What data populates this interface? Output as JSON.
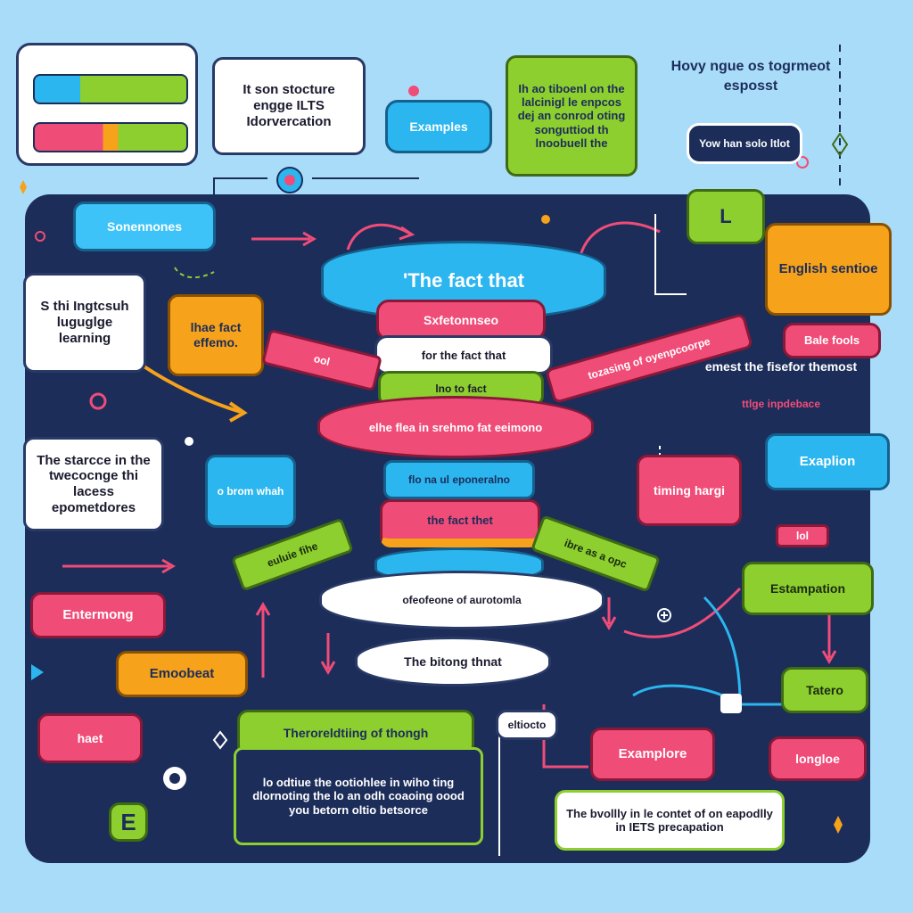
{
  "colors": {
    "background": "#a9dcf8",
    "panel": "#1c2d5a",
    "pink": "#f04c78",
    "green": "#8dcf2f",
    "blue": "#2bb6ef",
    "orange": "#f6a21a"
  },
  "top": {
    "intro_note": "It son stocture engge ILTS Idorvercation",
    "examples_bubble": "Examples",
    "green_note": "Ih ao tiboenl on the lalcinigl le enpcos dej an conrod oting songuttiod th lnoobuell the",
    "header_title": "Hovy ngue os togrmeot esposst",
    "chat_bubble": "Yow han solo ltlot"
  },
  "left": {
    "sentences_label": "Sonennones",
    "language_learning": "S thi Ingtcsuh luguglge learning",
    "fact_effort": "lhae fact effemo.",
    "starter_note": "The starcce in the twecocnge thi lacess epometdores",
    "arrow_tag": "ool",
    "card_snippet": "o brom whah",
    "entering": "Entermong",
    "emoobeat": "Emoobeat",
    "hact": "haet",
    "badge_e": "E"
  },
  "center": {
    "fact_banner": "'The fact that",
    "sub_banner": "Sxfetonnseo",
    "fact_that_ribbon": "for the fact that",
    "fact_small": "lno to fact",
    "wide_ribbon": "elhe flea in srehmo fat eeimono",
    "blue_ribbon": "flo na ul eponeralno",
    "fact_that_lower": "the fact thet",
    "outer_band": "ofeofeone of aurotomla",
    "base_label": "The bitong thnat",
    "right_ribbon": "tozasing of oyenpcoorpe",
    "lower_right_ribbon": "ibre as a opc",
    "lower_left_ribbon": "euluie fihe"
  },
  "right": {
    "le_badge": "L",
    "english_sentence": "English sentioe",
    "bale_fools": "Bale fools",
    "emphasis_note": "emest the fisefor themost",
    "emphasis_sub": "ttlge inpdebace",
    "explanation": "Exaplion",
    "timing": "timing hargi",
    "lol": "lol",
    "estampation": "Estampation",
    "tatero": "Tatero",
    "longloe": "longloe",
    "examplore": "Examplore"
  },
  "bottom": {
    "thorough_title": "Theroreldtiing of thongh",
    "thorough_body": "lo odtiue the ootiohlee in wiho ting dlornoting the lo an odh coaoing oood you betorn oltio betsorce",
    "entiote": "eltiocto",
    "context_note": "The bvollly in le contet of on eapodlly in IETS precapation"
  }
}
